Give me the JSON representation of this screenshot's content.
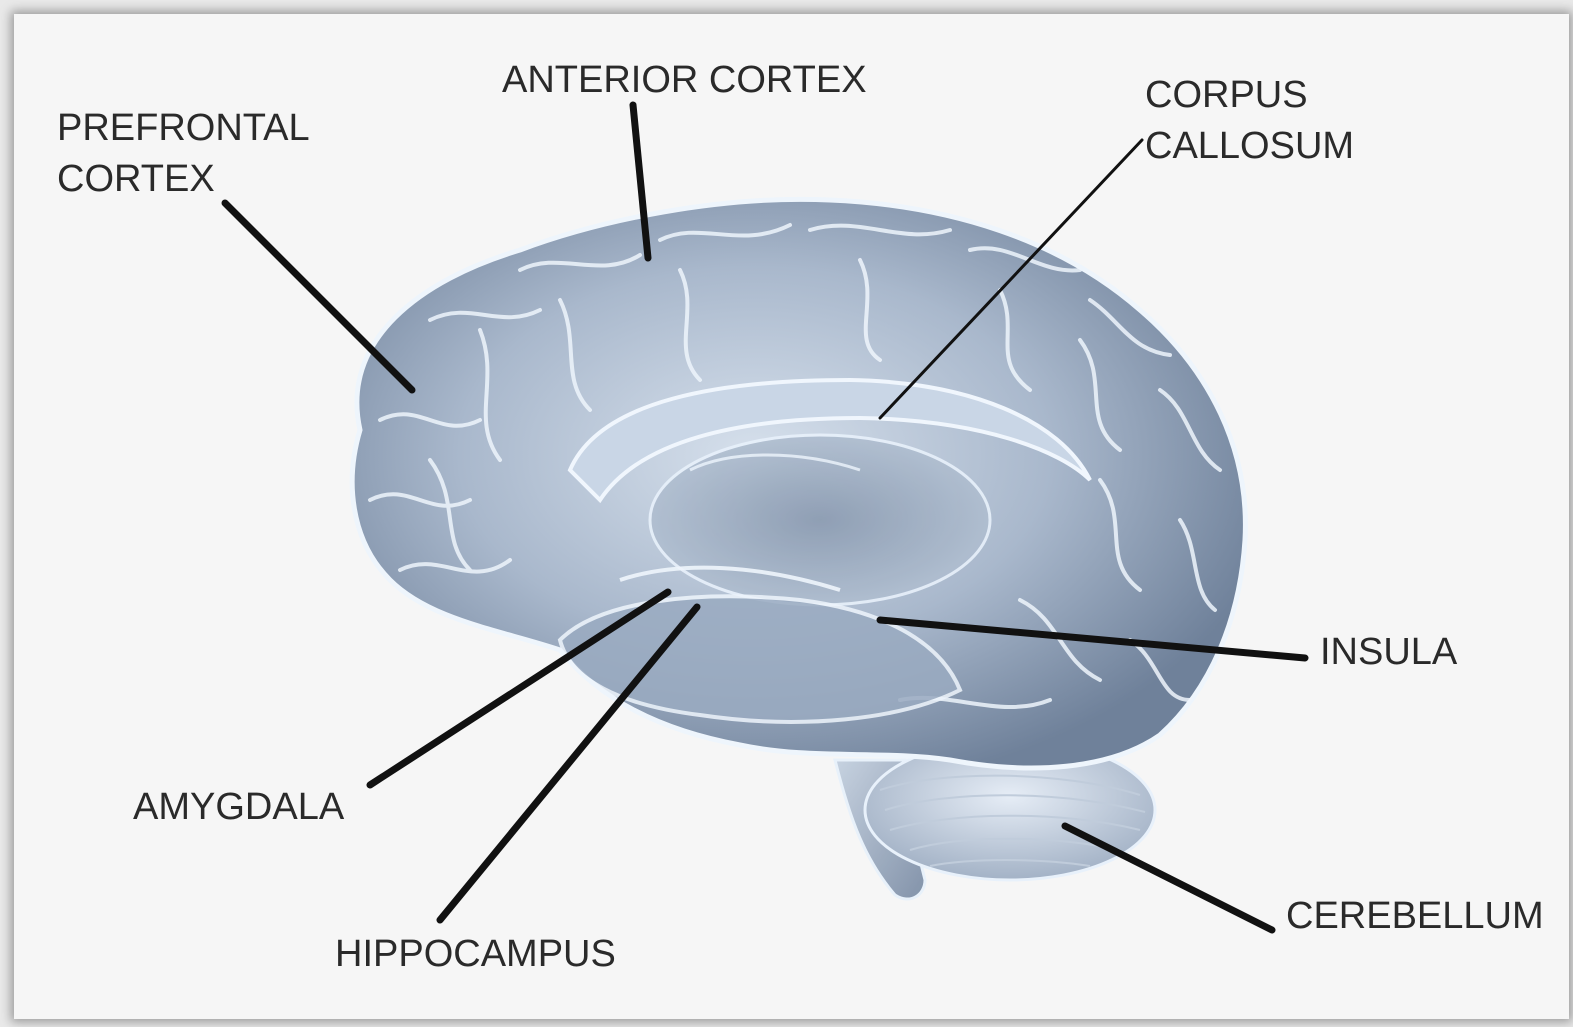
{
  "labels": {
    "anterior_cortex": "ANTERIOR CORTEX",
    "prefrontal_line1": "PREFRONTAL",
    "prefrontal_line2": "CORTEX",
    "corpus_line1": "CORPUS",
    "corpus_line2": "CALLOSUM",
    "insula": "INSULA",
    "amygdala": "AMYGDALA",
    "hippocampus": "HIPPOCAMPUS",
    "cerebellum": "CEREBELLUM"
  },
  "colors": {
    "background": "#f6f6f6",
    "brain_base": "#9fb0c6",
    "brain_highlight": "#e8f1fb",
    "brain_shadow": "#5f6f86",
    "leader_line": "#111111",
    "label_text": "#2a2a2a"
  }
}
